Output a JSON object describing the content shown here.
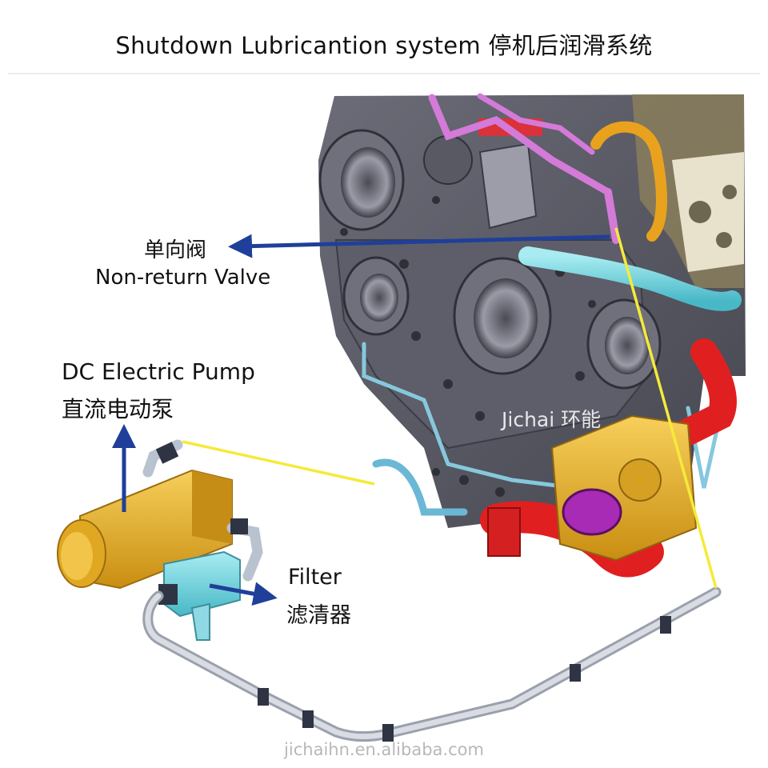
{
  "title": "Shutdown Lubricantion system 停机后润滑系统",
  "labels": {
    "valve_cn": "单向阀",
    "valve_en": "Non-return Valve",
    "pump_en": "DC Electric Pump",
    "pump_cn": "直流电动泵",
    "filter_en": "Filter",
    "filter_cn": "滤清器"
  },
  "watermark": "Jichai 环能",
  "site": "jichaihn.en.alibaba.com",
  "colors": {
    "arrow": "#1f3f9a",
    "leader": "#f5ea3a",
    "engine_block": "#5a5b66",
    "pump_body": "#e9b42e",
    "filter_body": "#7fd3e0",
    "oil_pipe_cyan": "#5fd6dc",
    "red_pipe": "#e02020",
    "magenta_pipe": "#d47ad8",
    "return_pipe": "#c9ced6"
  }
}
